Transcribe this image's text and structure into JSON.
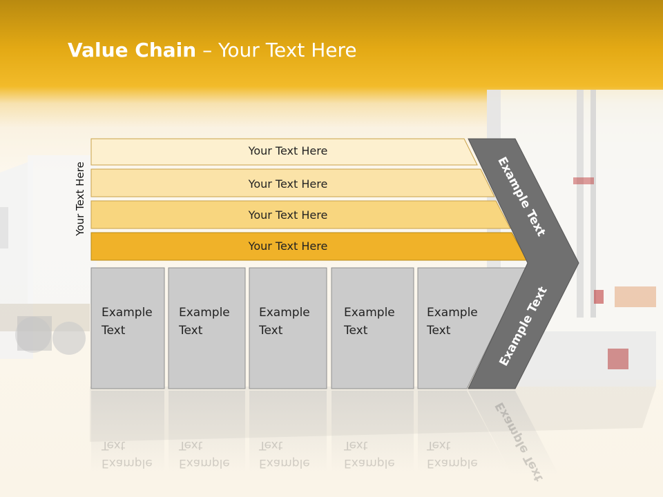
{
  "title": {
    "bold": "Value Chain",
    "rest": " – Your Text Here"
  },
  "side_label": "Your Text Here",
  "bands": [
    "Your Text Here",
    "Your Text Here",
    "Your Text Here",
    "Your Text Here"
  ],
  "boxes": [
    "Example\nText",
    "Example\nText",
    "Example\nText",
    "Example\nText",
    "Example\nText"
  ],
  "chevron": {
    "top": "Example Text",
    "bottom": "Example Text"
  },
  "colors": {
    "band_fills": [
      "#fdf0cf",
      "#fbe3a8",
      "#f8d67f",
      "#f0b229"
    ],
    "box_fill": "#cbcbcb",
    "chevron_fill": "#707070",
    "header": "#e6ac1a"
  }
}
